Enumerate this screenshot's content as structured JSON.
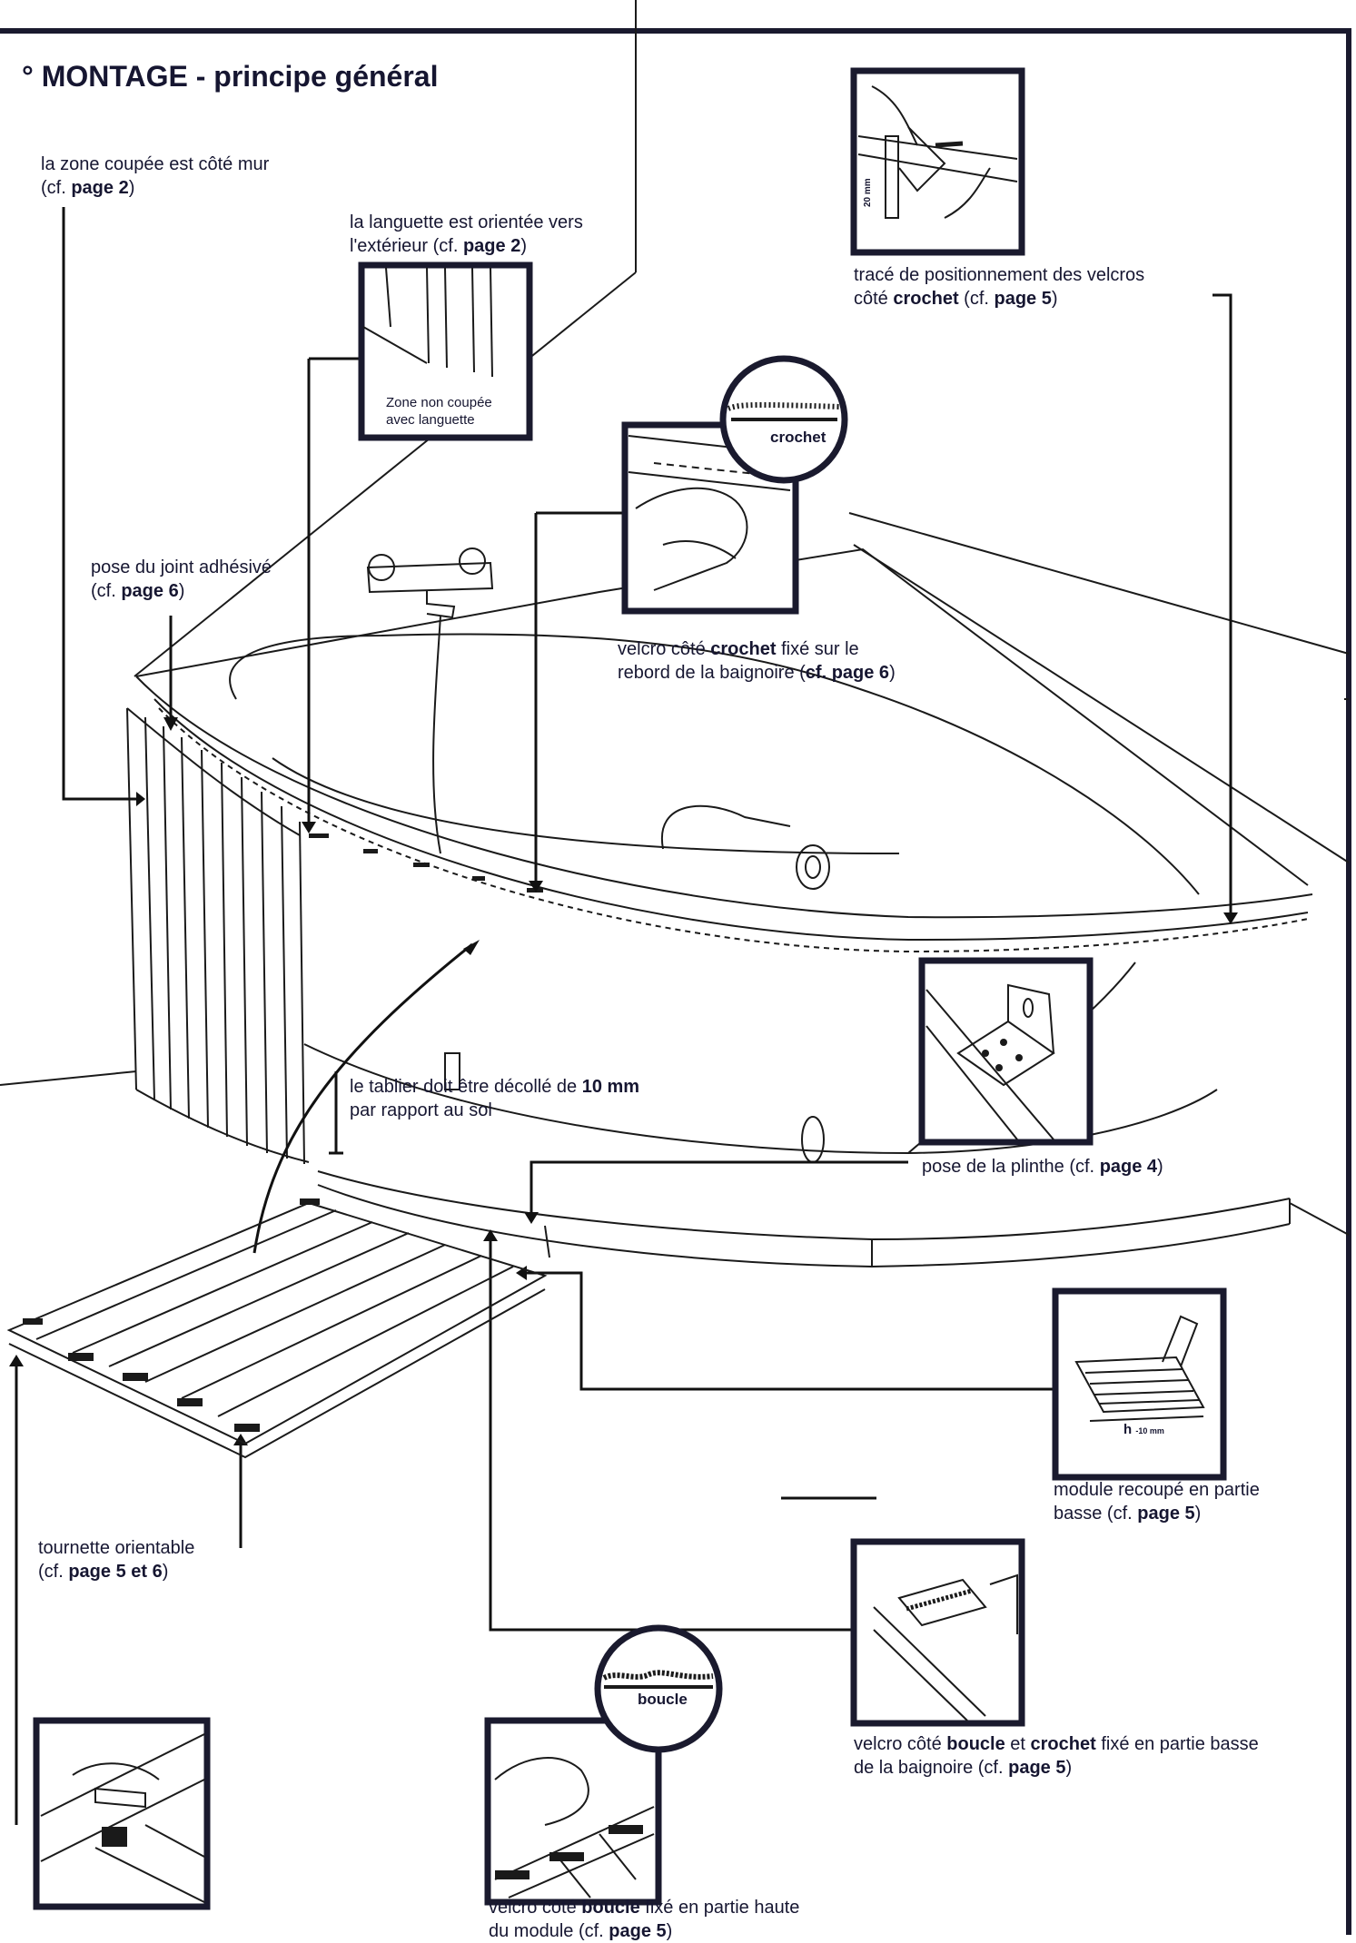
{
  "title": "° MONTAGE - principe général",
  "labels": {
    "zone_coupee": {
      "l1": "la zone coupée est côté mur",
      "l2a": "(cf. ",
      "l2b": "page 2",
      "l2c": ")"
    },
    "languette": {
      "l1": "la languette est orientée vers",
      "l2a": "l'extérieur (cf. ",
      "l2b": "page 2",
      "l2c": ")"
    },
    "zone_non_coupee": {
      "l1": "Zone non coupée",
      "l2": "avec languette"
    },
    "trace": {
      "l1": "tracé de positionnement des velcros",
      "l2a": "côté ",
      "l2b": "crochet",
      "l2c": " (cf. ",
      "l2d": "page 5",
      "l2e": ")"
    },
    "crochet_tag": "crochet",
    "dim_20mm": "20 mm",
    "joint": {
      "l1": "pose du joint adhésivé",
      "l2a": "(cf. ",
      "l2b": "page 6",
      "l2c": ")"
    },
    "velcro_crochet": {
      "l1a": "velcro côté ",
      "l1b": "crochet",
      "l1c": " fixé sur le",
      "l2a": "rebord de la baignoire (",
      "l2b": "cf. page 6",
      "l2c": ")"
    },
    "tablier": {
      "l1a": "le tablier doit être décollé de ",
      "l1b": "10 mm",
      "l2": "par rapport au sol"
    },
    "plinthe": {
      "l1a": "pose de la plinthe (cf. ",
      "l1b": "page 4",
      "l1c": ")"
    },
    "module": {
      "l1": "module recoupé en partie",
      "l2a": "basse (cf. ",
      "l2b": "page 5",
      "l2c": ")"
    },
    "h_dim": "h",
    "h_dim_sub": "-10 mm",
    "tournette": {
      "l1": "tournette orientable",
      "l2a": "(cf. ",
      "l2b": "page 5 et 6",
      "l2c": ")"
    },
    "velcro_boucle_crochet": {
      "l1a": "velcro côté ",
      "l1b": "boucle",
      "l1c": " et ",
      "l1d": "crochet",
      "l1e": " fixé en partie basse",
      "l2a": "de la baignoire (cf. ",
      "l2b": "page 5",
      "l2c": ")"
    },
    "boucle_tag": "boucle",
    "velcro_boucle": {
      "l1a": "velcro côté ",
      "l1b": "boucle",
      "l1c": " fixé en partie haute",
      "l2a": "du module (cf. ",
      "l2b": "page 5",
      "l2c": ")"
    }
  },
  "colors": {
    "ink": "#161631",
    "line": "#1a1a1a",
    "panel": "#ffffff"
  }
}
